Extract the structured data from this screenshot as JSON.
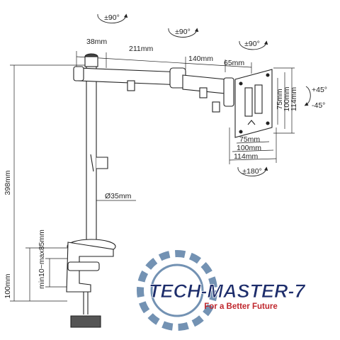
{
  "rotations": {
    "arm_base": "±90°",
    "arm_middle": "±90°",
    "arm_head": "±90°",
    "tilt_up": "+45°",
    "tilt_down": "-45°",
    "rotate": "±180°"
  },
  "dimensions": {
    "arm_offset": "38mm",
    "arm_segment_1": "211mm",
    "arm_segment_2": "140mm",
    "head_length": "65mm",
    "total_height": "398mm",
    "clamp_height": "100mm",
    "clamp_range": "min10~max85mm",
    "pole_diameter": "Ø35mm",
    "vesa_w_75": "75mm",
    "vesa_w_100": "100mm",
    "vesa_w_114": "114mm",
    "vesa_h_75": "75mm",
    "vesa_h_100": "100mm",
    "vesa_h_114": "114mm"
  },
  "logo": {
    "name": "TECH-MASTER-7",
    "tagline": "For a Better Future"
  },
  "colors": {
    "line": "#222222",
    "logo_gear": "#5b7fa6",
    "logo_text_navy": "#1d2d6b",
    "logo_text_red": "#c0272d"
  }
}
